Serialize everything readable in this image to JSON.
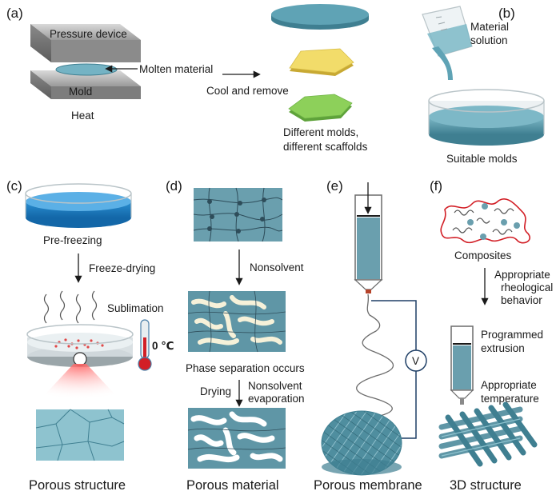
{
  "colors": {
    "teal": "#5fa3b5",
    "teal_dark": "#3f7f91",
    "yellow": "#f2dc6a",
    "green": "#8dd05a",
    "cream": "#f6f1d9",
    "red_polymer": "#d21f26",
    "gray_metal": "#8c8c8c"
  },
  "panels": {
    "a": {
      "tag": "(a)",
      "pressure_device": "Pressure device",
      "molten_material": "Molten material",
      "mold": "Mold",
      "heat": "Heat",
      "cool_remove": "Cool and remove",
      "diff_line1": "Different molds,",
      "diff_line2": "different scaffolds"
    },
    "b": {
      "tag": "(b)",
      "material_line1": "Material",
      "material_line2": "solution",
      "suitable_molds": "Suitable molds"
    },
    "c": {
      "tag": "(c)",
      "pre_freezing": "Pre-freezing",
      "freeze_drying": "Freeze-drying",
      "sublimation": "Sublimation",
      "temperature": "0 ℃",
      "caption": "Porous structure"
    },
    "d": {
      "tag": "(d)",
      "nonsolvent": "Nonsolvent",
      "phase_sep": "Phase separation occurs",
      "drying": "Drying",
      "nonsolvent2": "Nonsolvent",
      "evaporation": "evaporation",
      "caption": "Porous material"
    },
    "e": {
      "tag": "(e)",
      "voltage": "V",
      "caption": "Porous membrane"
    },
    "f": {
      "tag": "(f)",
      "composites": "Composites",
      "appropriate": "Appropriate",
      "rheological": "rheological",
      "behavior": "behavior",
      "programmed": "Programmed",
      "extrusion": "extrusion",
      "appropriate2": "Appropriate",
      "temperature": "temperature",
      "caption": "3D structure"
    }
  }
}
